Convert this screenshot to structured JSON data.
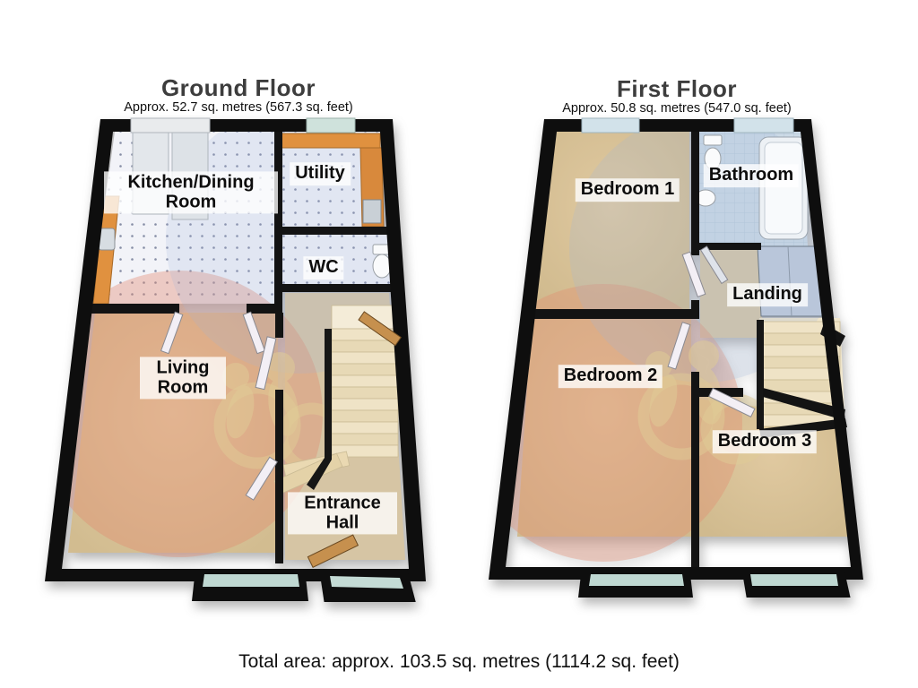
{
  "ground_floor": {
    "title": "Ground Floor",
    "area_line": "Approx. 52.7 sq. metres (567.3 sq. feet)",
    "rooms": {
      "kitchen_dining": {
        "label": "Kitchen/Dining Room"
      },
      "utility": {
        "label": "Utility"
      },
      "wc": {
        "label": "WC"
      },
      "living_room": {
        "label": "Living Room"
      },
      "entrance_hall": {
        "label": "Entrance Hall"
      }
    }
  },
  "first_floor": {
    "title": "First Floor",
    "area_line": "Approx. 50.8 sq. metres (547.0 sq. feet)",
    "rooms": {
      "bedroom1": {
        "label": "Bedroom 1"
      },
      "bathroom": {
        "label": "Bathroom"
      },
      "landing": {
        "label": "Landing"
      },
      "bedroom2": {
        "label": "Bedroom 2"
      },
      "bedroom3": {
        "label": "Bedroom 3"
      }
    }
  },
  "footer": {
    "total_area": "Total area: approx. 103.5 sq. metres (1114.2 sq. feet)"
  },
  "colors": {
    "wall": "#0e0e0e",
    "carpet_tan": "#d9c49c",
    "kitchen_tile": "#f2f3f8",
    "counter_orange": "#e0913f",
    "bathroom_tile": "#ccdae6",
    "window_glass_teal": "#bfd8d2",
    "window_glass_blue": "#d2e2ea",
    "stairs_beige": "#ece0c4",
    "watermark_pink": "#e28a6e",
    "watermark_blue": "#a0b4dc",
    "watermark_beige": "#e0cb96",
    "door_wood": "#c6904e",
    "title_text": "#3d3d3d"
  }
}
